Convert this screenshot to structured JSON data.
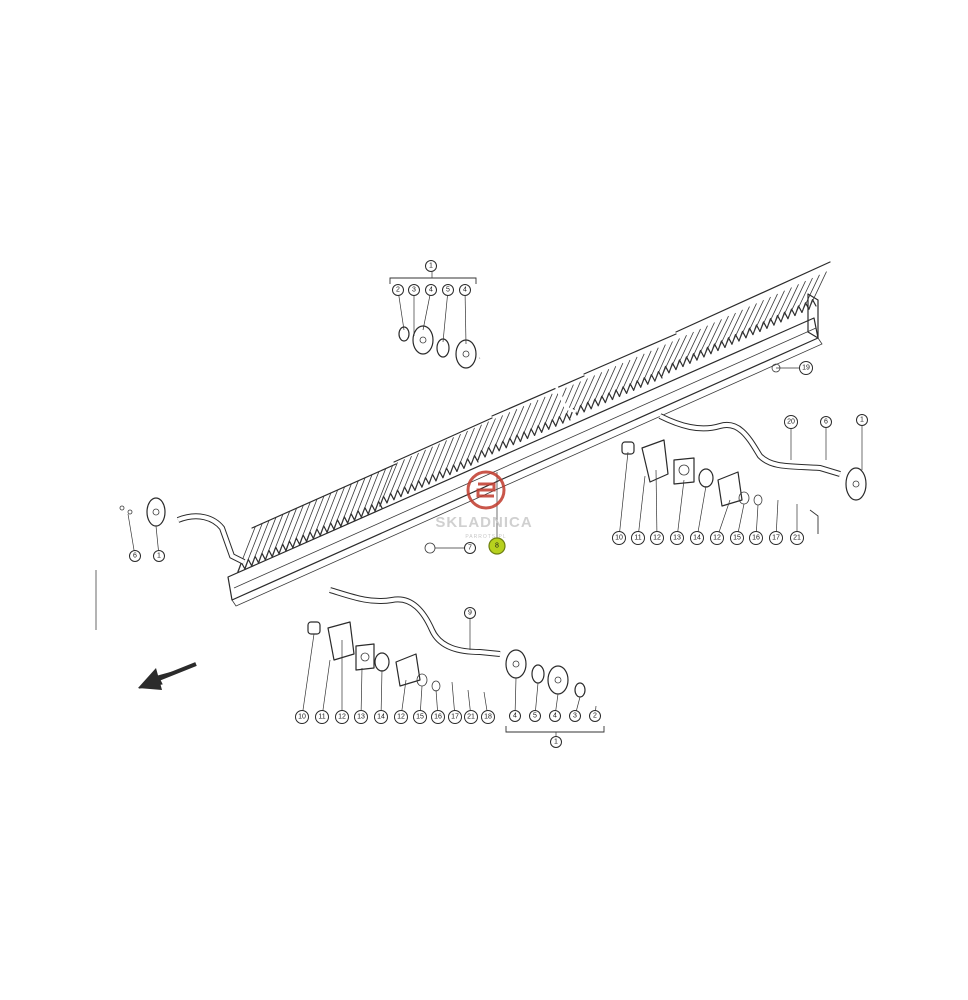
{
  "watermark": {
    "brand": "SKLADNICA",
    "tagline": "PARROTS.PL",
    "accent": "#c0392b"
  },
  "highlight": {
    "part": "8",
    "color": "#b7d11e"
  },
  "direction_arrow": {
    "icon": "direction-arrow-icon"
  },
  "callouts": [
    {
      "id": "c-top-1",
      "label": "1"
    },
    {
      "id": "c-top-2",
      "label": "2"
    },
    {
      "id": "c-top-3",
      "label": "3"
    },
    {
      "id": "c-top-4a",
      "label": "4"
    },
    {
      "id": "c-top-5",
      "label": "5"
    },
    {
      "id": "c-top-4b",
      "label": "4"
    },
    {
      "id": "c-19",
      "label": "19"
    },
    {
      "id": "c-20",
      "label": "20"
    },
    {
      "id": "c-r-6",
      "label": "6"
    },
    {
      "id": "c-r-1",
      "label": "1"
    },
    {
      "id": "c-r-10",
      "label": "10"
    },
    {
      "id": "c-r-11",
      "label": "11"
    },
    {
      "id": "c-r-12a",
      "label": "12"
    },
    {
      "id": "c-r-13",
      "label": "13"
    },
    {
      "id": "c-r-14",
      "label": "14"
    },
    {
      "id": "c-r-12b",
      "label": "12"
    },
    {
      "id": "c-r-15",
      "label": "15"
    },
    {
      "id": "c-r-16",
      "label": "16"
    },
    {
      "id": "c-r-17",
      "label": "17"
    },
    {
      "id": "c-r-21",
      "label": "21"
    },
    {
      "id": "c-l-6",
      "label": "6"
    },
    {
      "id": "c-l-1",
      "label": "1"
    },
    {
      "id": "c-7",
      "label": "7"
    },
    {
      "id": "c-8",
      "label": "8"
    },
    {
      "id": "c-9",
      "label": "9"
    },
    {
      "id": "c-b-10",
      "label": "10"
    },
    {
      "id": "c-b-11",
      "label": "11"
    },
    {
      "id": "c-b-12a",
      "label": "12"
    },
    {
      "id": "c-b-13",
      "label": "13"
    },
    {
      "id": "c-b-14",
      "label": "14"
    },
    {
      "id": "c-b-12b",
      "label": "12"
    },
    {
      "id": "c-b-15",
      "label": "15"
    },
    {
      "id": "c-b-16",
      "label": "16"
    },
    {
      "id": "c-b-17",
      "label": "17"
    },
    {
      "id": "c-b-21",
      "label": "21"
    },
    {
      "id": "c-b-18",
      "label": "18"
    },
    {
      "id": "c-bb-4a",
      "label": "4"
    },
    {
      "id": "c-bb-5",
      "label": "5"
    },
    {
      "id": "c-bb-4b",
      "label": "4"
    },
    {
      "id": "c-bb-3",
      "label": "3"
    },
    {
      "id": "c-bb-2",
      "label": "2"
    },
    {
      "id": "c-bb-1",
      "label": "1"
    }
  ]
}
